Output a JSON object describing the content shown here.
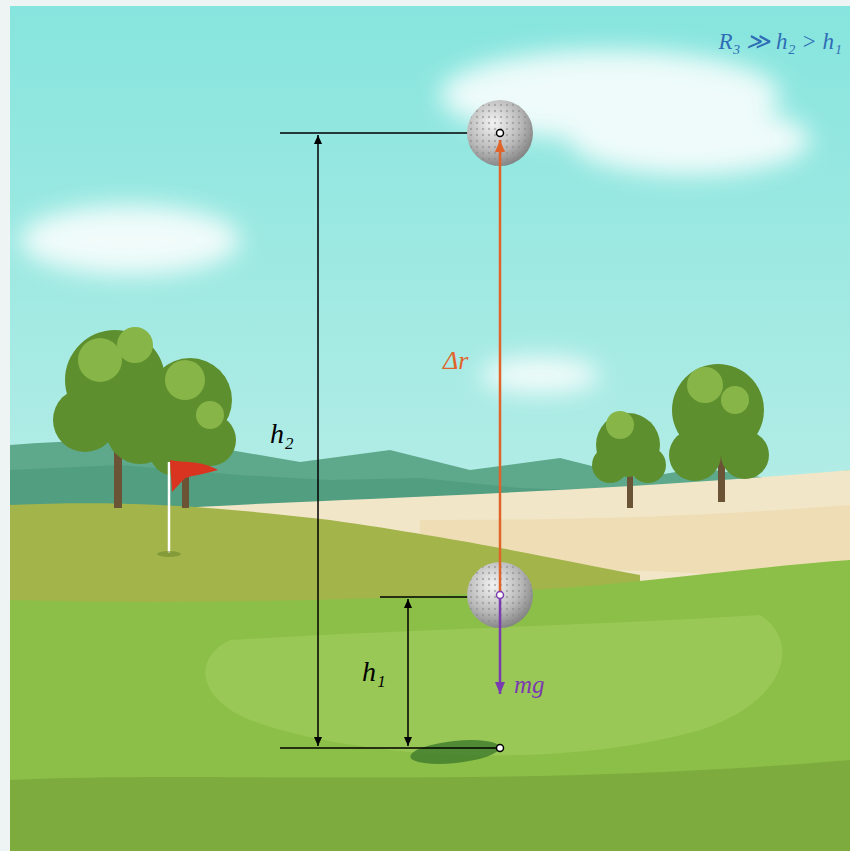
{
  "diagram": {
    "labels": [
      "R₃ ≫ h₂ > h₁",
      "h₂",
      "Δr⃗",
      "h₁",
      "mg⃗"
    ]
  }
}
